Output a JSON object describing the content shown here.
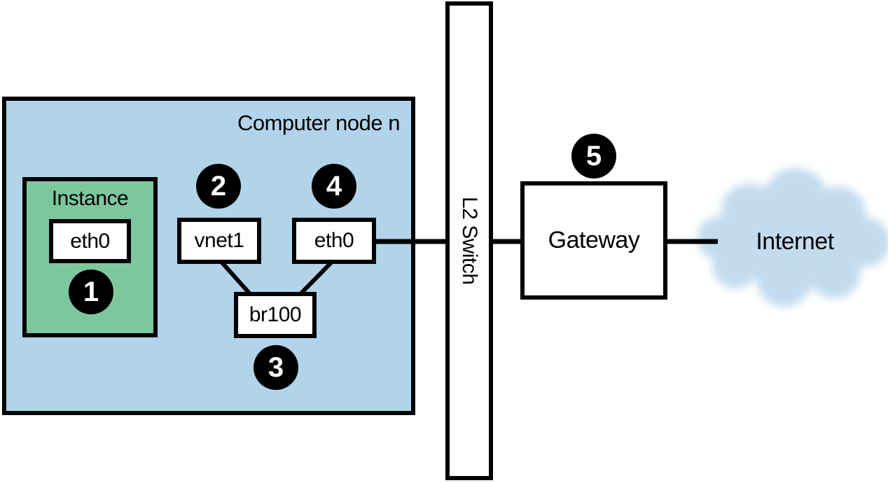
{
  "colors": {
    "compute_node_fill": "#B2D4EA",
    "instance_fill": "#7EC79E",
    "cloud_fill": "#C2DCEE",
    "box_fill": "#FFFFFF",
    "line": "#000000",
    "badge_fill": "#000000",
    "badge_text": "#FFFFFF"
  },
  "nodes": {
    "compute_node": {
      "label": "Computer node n"
    },
    "instance": {
      "label": "Instance"
    },
    "instance_eth0": {
      "label": "eth0"
    },
    "vnet1": {
      "label": "vnet1"
    },
    "br100": {
      "label": "br100"
    },
    "node_eth0": {
      "label": "eth0"
    },
    "l2_switch": {
      "label": "L2 Switch"
    },
    "gateway": {
      "label": "Gateway"
    },
    "internet": {
      "label": "Internet"
    }
  },
  "badges": {
    "instance_eth0": "1",
    "vnet1": "2",
    "br100": "3",
    "node_eth0": "4",
    "gateway": "5"
  },
  "edges": [
    {
      "from": "vnet1",
      "to": "br100"
    },
    {
      "from": "node_eth0",
      "to": "br100"
    },
    {
      "from": "node_eth0",
      "to": "l2_switch"
    },
    {
      "from": "l2_switch",
      "to": "gateway"
    },
    {
      "from": "gateway",
      "to": "internet"
    }
  ]
}
